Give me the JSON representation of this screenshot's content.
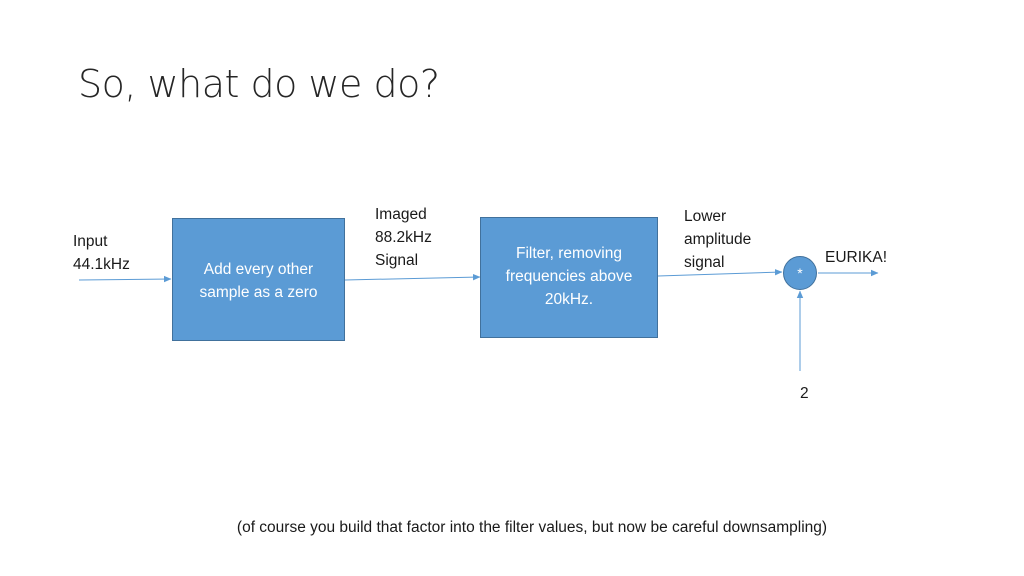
{
  "slide": {
    "title": "So, what do we do?",
    "footnote": "(of course you build that factor into the filter values, but now be careful downsampling)"
  },
  "diagram": {
    "input_label": [
      "Input",
      "44.1kHz"
    ],
    "block1": [
      "Add every other",
      "sample as a zero"
    ],
    "signal1_label": [
      "Imaged",
      "88.2kHz",
      "Signal"
    ],
    "block2": [
      "Filter, removing",
      "frequencies above",
      "20kHz."
    ],
    "signal2_label": [
      "Lower",
      "amplitude",
      "signal"
    ],
    "multiplier_symbol": "*",
    "multiplier_input": "2",
    "output_label": "EURIKA!"
  },
  "colors": {
    "block_fill": "#5b9bd5",
    "block_border": "#41719c",
    "arrow": "#5b9bd5"
  }
}
